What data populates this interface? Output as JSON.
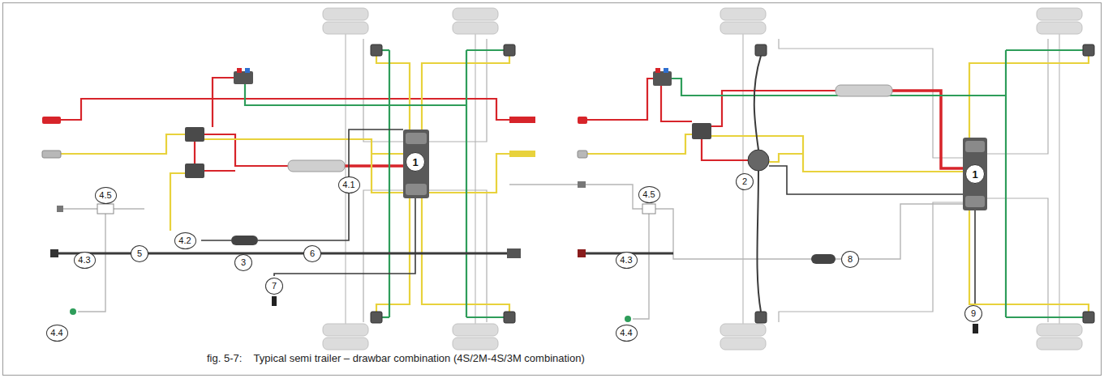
{
  "diagram": {
    "caption": "fig. 5-7:    Typical semi trailer – drawbar combination (4S/2M-4S/3M combination)",
    "nodes": [
      {
        "text": [
          "4.5"
        ]
      },
      {
        "text": [
          "1"
        ]
      },
      {
        "text": [
          "4.1"
        ]
      },
      {
        "text": [
          "4.2"
        ]
      },
      {
        "text": [
          "4.3"
        ]
      },
      {
        "text": [
          "5"
        ]
      },
      {
        "text": [
          "3"
        ]
      },
      {
        "text": [
          "6"
        ]
      },
      {
        "text": [
          "7"
        ]
      },
      {
        "text": [
          "4.4"
        ]
      },
      {
        "text": [
          "4.5"
        ]
      },
      {
        "text": [
          "2"
        ]
      },
      {
        "text": [
          "1"
        ]
      },
      {
        "text": [
          "4.3"
        ]
      },
      {
        "text": [
          "8"
        ]
      },
      {
        "text": [
          "9"
        ]
      },
      {
        "text": [
          "4.4"
        ]
      }
    ]
  }
}
